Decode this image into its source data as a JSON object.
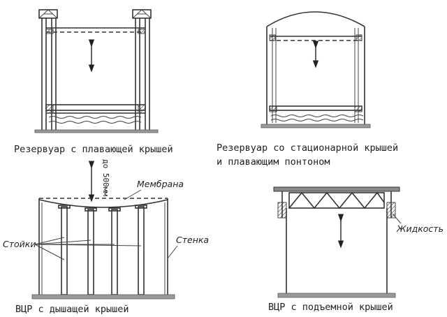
{
  "diagrams": {
    "floating_roof": {
      "caption": "Резервуар с плавающей крышей"
    },
    "stationary_roof_pontoon": {
      "caption_line1": "Резервуар со стационарной крышей",
      "caption_line2": "и плавающим понтоном"
    },
    "breathing_roof": {
      "caption": "ВЦР с дышащей крышей",
      "dimension_label": "до 500мм",
      "membrane_label": "Мембрана",
      "posts_label": "Стойки",
      "wall_label": "Стенка"
    },
    "lift_roof": {
      "caption": "ВЦР с подъемной крышей",
      "liquid_label": "Жидкость"
    }
  }
}
